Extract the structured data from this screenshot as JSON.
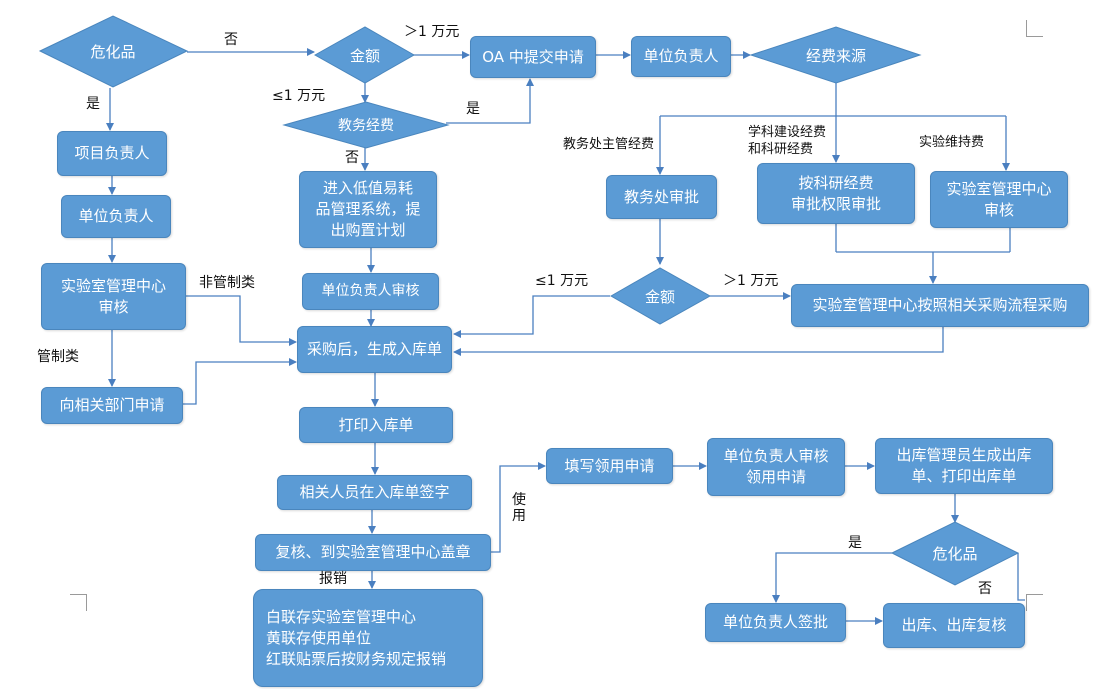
{
  "colors": {
    "node_fill": "#5b9bd5",
    "node_border": "#4a86bd",
    "line": "#4a7fc0",
    "text_on_node": "#ffffff",
    "label_text": "#111111"
  },
  "nodes": {
    "hazardous_1": "危化品",
    "amount_1": "金额",
    "oa_submit": "OA 中提交申请",
    "unit_head_top": "单位负责人",
    "funding_source": "经费来源",
    "project_head": "项目负责人",
    "unit_head_left": "单位负责人",
    "lab_center_review_left": "实验室管理中心\n审核",
    "apply_related_dept": "向相关部门申请",
    "academic_affairs_fund": "教务经费",
    "low_value_system": "进入低值易耗\n品管理系统，提\n出购置计划",
    "unit_head_review": "单位负责人审核",
    "academic_office_approval": "教务处审批",
    "research_fund_approval": "按科研经费\n审批权限审批",
    "lab_center_review_right": "实验室管理中心\n审核",
    "amount_2": "金额",
    "lab_center_procurement": "实验室管理中心按照相关采购流程采购",
    "generate_receipt": "采购后，生成入库单",
    "print_receipt": "打印入库单",
    "sign_receipt": "相关人员在入库单签字",
    "recheck_stamp": "复核、到实验室管理中心盖章",
    "copies": "白联存实验室管理中心\n黄联存使用单位\n红联贴票后按财务规定报销",
    "fill_requisition": "填写领用申请",
    "unit_head_review_requisition": "单位负责人审核\n领用申请",
    "warehouse_outbound": "出库管理员生成出库\n单、打印出库单",
    "hazardous_2": "危化品",
    "unit_head_sign": "单位负责人签批",
    "outbound_recheck": "出库、出库复核"
  },
  "labels": {
    "no_1": "否",
    "over_10k_1": "＞1 万元",
    "under_10k_1": "≤1 万元",
    "yes_1": "是",
    "yes_2": "是",
    "no_2": "否",
    "academic_main_fund": "教务处主管经费",
    "discipline_research_fund": "学科建设经费\n和科研经费",
    "lab_maintenance_fund": "实验维持费",
    "non_controlled": "非管制类",
    "controlled": "管制类",
    "under_10k_2": "≤1 万元",
    "over_10k_2": "＞1 万元",
    "use": "使用",
    "reimburse": "报销",
    "yes_3": "是",
    "no_3": "否"
  }
}
